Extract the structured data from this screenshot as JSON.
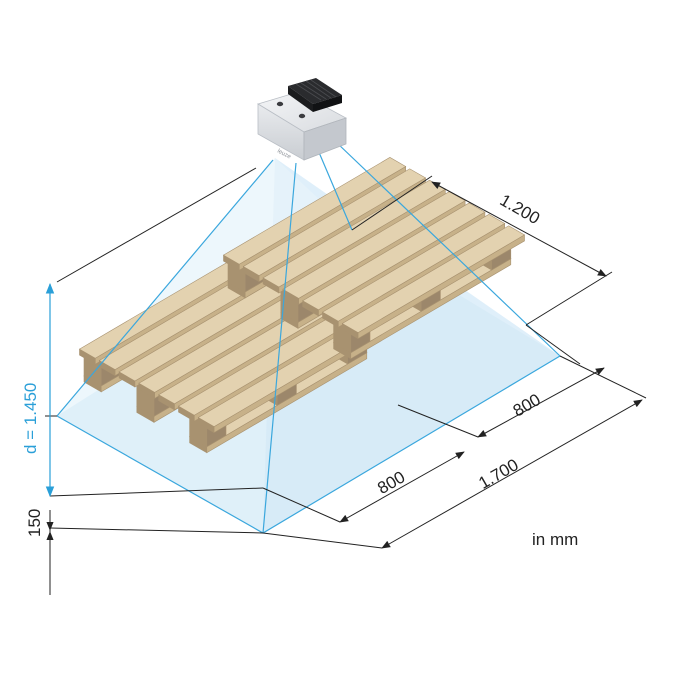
{
  "dimensions": {
    "width_top": "1.200",
    "pallet_depth_right": "800",
    "pallet_depth_front": "800",
    "total_length": "1.700",
    "mount_distance": "d = 1.450",
    "base_offset": "150"
  },
  "units_note": "in mm",
  "sensor": {
    "icon": "tof-sensor-icon"
  },
  "colors": {
    "beam_line": "#3aa7dd",
    "beam_fill": "#cfe8f6",
    "dimension_accent": "#2a9fd8",
    "wood_top": "#e3d2b0",
    "wood_side": "#c7b189",
    "wood_shadow": "#a89270",
    "block_top": "#cdbb97",
    "block_side": "#9c876b",
    "dimension_line": "#222222"
  }
}
